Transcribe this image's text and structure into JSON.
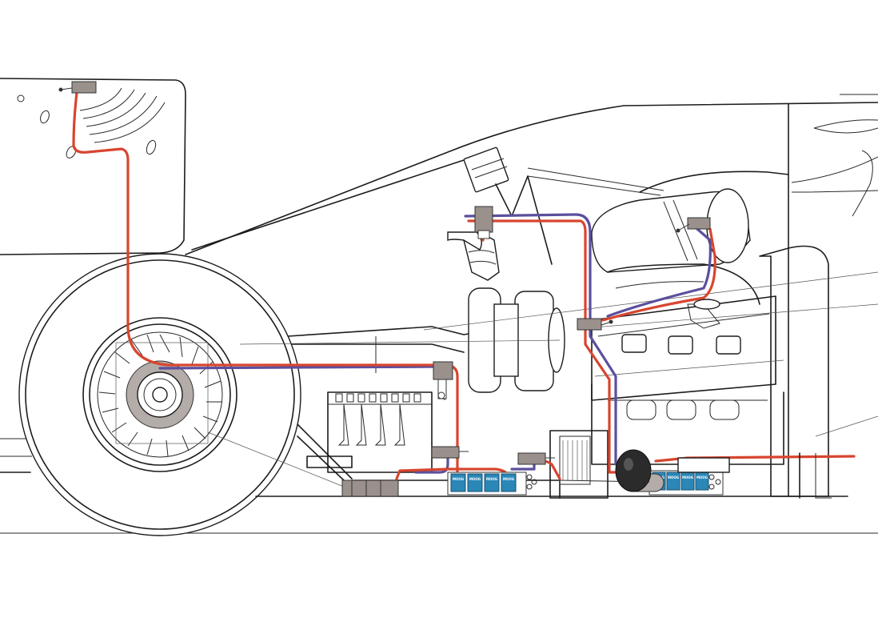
{
  "image": {
    "domain": "Diagram",
    "description_visible_text": [
      "MOOG",
      "MOOG",
      "MOOG",
      "MOOG",
      "MOOG",
      "MOOG",
      "MOOG",
      "MOOG"
    ]
  },
  "colors": {
    "outline": "#1c1c1c",
    "wire_red": "#d8452f",
    "wire_blue": "#5a4f9e",
    "connector_fill": "#9a918c",
    "valve_blue": "#2a87b8",
    "accumulator_dark": "#2b2b2b",
    "hub_grey": "#b4aca8"
  },
  "labels": {
    "valve_brand": "MOOG"
  },
  "icons": {
    "connector": "harness-connector-icon",
    "valve": "servo-valve-icon",
    "accumulator": "hydraulic-accumulator-icon"
  }
}
